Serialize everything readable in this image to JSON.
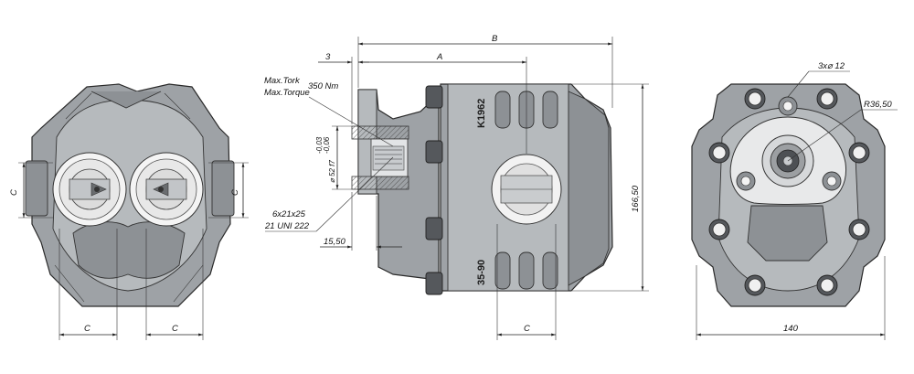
{
  "dimensions": {
    "B": "B",
    "A": "A",
    "three": "3",
    "C": "C",
    "d166": "166,50",
    "d140": "140",
    "d15": "15,50",
    "holes": "3x",
    "holes_dia": "12",
    "radius": "R36,50",
    "shaft_dia": "52 f7",
    "tol_upper": "-0,03",
    "tol_lower": "-0,06"
  },
  "labels": {
    "max_tork": "Max.Tork",
    "max_torque": "Max.Torque",
    "torque_value": "350 Nm",
    "spline_1": "6x21x25",
    "spline_2": "21 UNI 222"
  },
  "castings": {
    "model": "K1962",
    "range": "35-90"
  },
  "colors": {
    "body": "#9ea2a6",
    "body_light": "#b6babd",
    "body_dark": "#55585c",
    "line": "#222222"
  }
}
